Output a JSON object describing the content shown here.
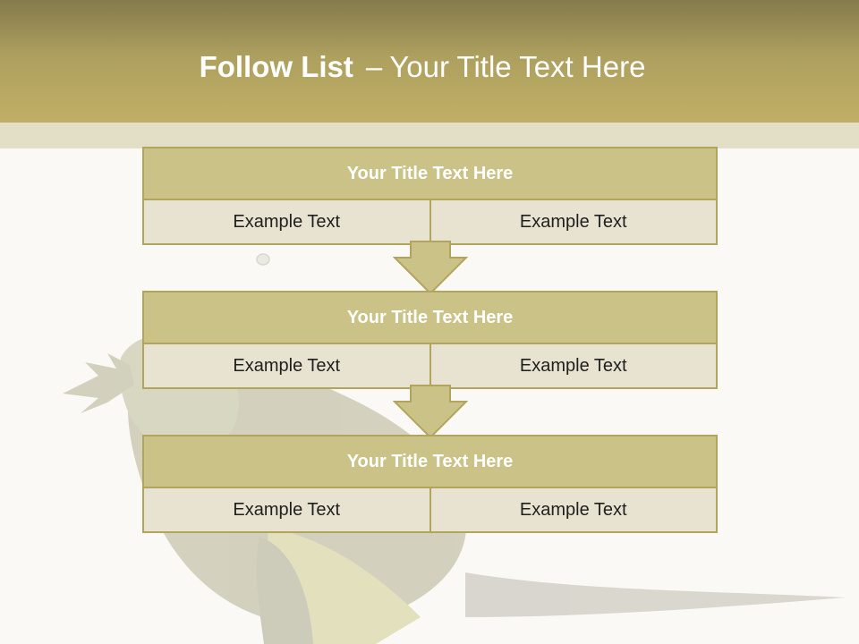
{
  "slide": {
    "title_bold": "Follow List",
    "title_sep": "–",
    "title_rest": "Your Title Text Here"
  },
  "steps": [
    {
      "title": "Your Title Text Here",
      "left": "Example Text",
      "right": "Example Text"
    },
    {
      "title": "Your Title Text Here",
      "left": "Example Text",
      "right": "Example Text"
    },
    {
      "title": "Your Title Text Here",
      "left": "Example Text",
      "right": "Example Text"
    }
  ],
  "colors": {
    "header_gradient_top": "#847a4c",
    "header_gradient_bottom": "#c0b066",
    "header_strip": "#e3dec6",
    "box_title_fill": "#cbc287",
    "box_border": "#b1a45c",
    "cell_fill": "#e8e3d1",
    "background": "#faf9f5"
  }
}
